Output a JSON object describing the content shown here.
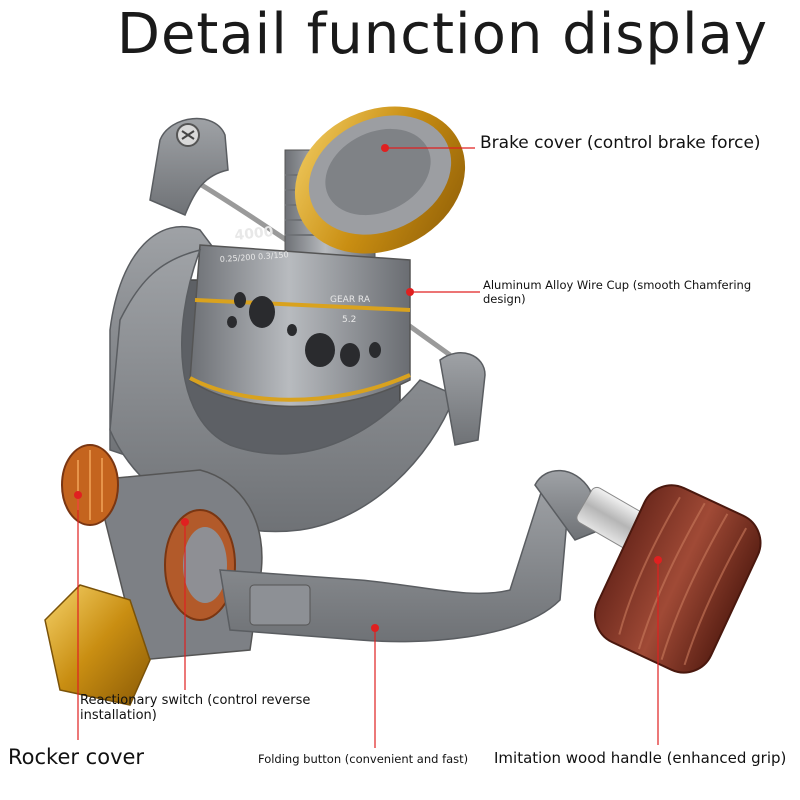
{
  "title": "Detail function display",
  "callouts": {
    "brake_cover": "Brake cover (control brake force)",
    "wire_cup": "Aluminum Alloy Wire Cup (smooth Chamfering design)",
    "reactionary_switch": "Reactionary switch (control reverse installation)",
    "rocker_cover": "Rocker cover",
    "folding_button": "Folding button (convenient and fast)",
    "wood_handle": "Imitation wood handle (enhanced grip)"
  },
  "spool_print": {
    "model": "4000",
    "line": "0.25/200 0.3/150",
    "gear_label": "GEAR RA",
    "gear_value": "5.2"
  },
  "colors": {
    "callout_line": "#e02020",
    "metal": "#8a8d91",
    "gold": "#d9a21e",
    "wood": "#8a3c2c"
  }
}
